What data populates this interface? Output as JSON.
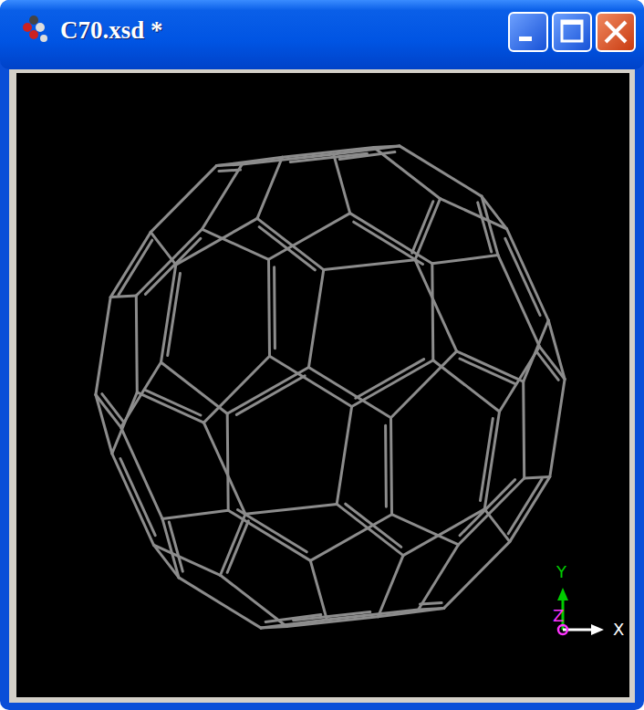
{
  "diagram": {
    "title": "C70.xsd *",
    "labels": [
      "Y",
      "Z",
      "X"
    ]
  }
}
